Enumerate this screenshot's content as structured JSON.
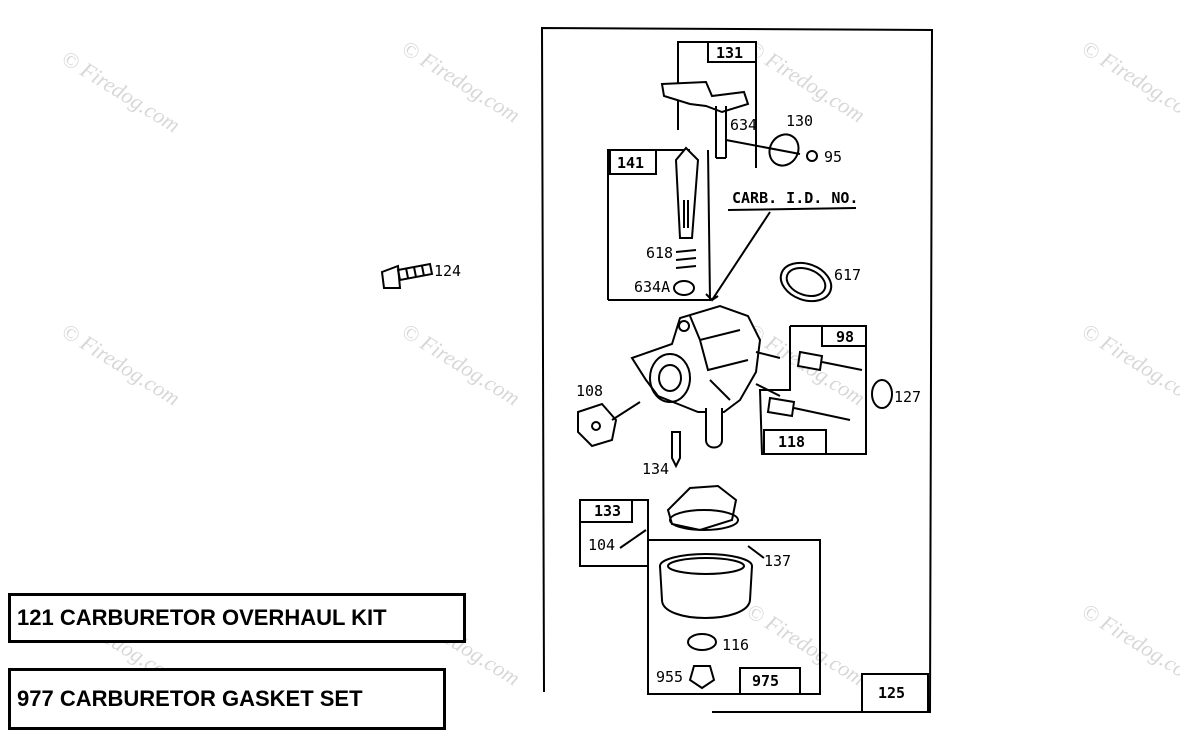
{
  "watermark": "© Firedog.com",
  "kits": [
    {
      "text": "121 CARBURETOR OVERHAUL KIT"
    },
    {
      "text": "977 CARBURETOR GASKET SET"
    }
  ],
  "carb_id_label": "CARB. I.D. NO.",
  "boxed_labels": [
    "131",
    "141",
    "98",
    "118",
    "133",
    "975",
    "125"
  ],
  "part_labels": [
    "124",
    "634",
    "130",
    "95",
    "618",
    "634A",
    "617",
    "108",
    "127",
    "134",
    "104",
    "137",
    "116",
    "955"
  ]
}
